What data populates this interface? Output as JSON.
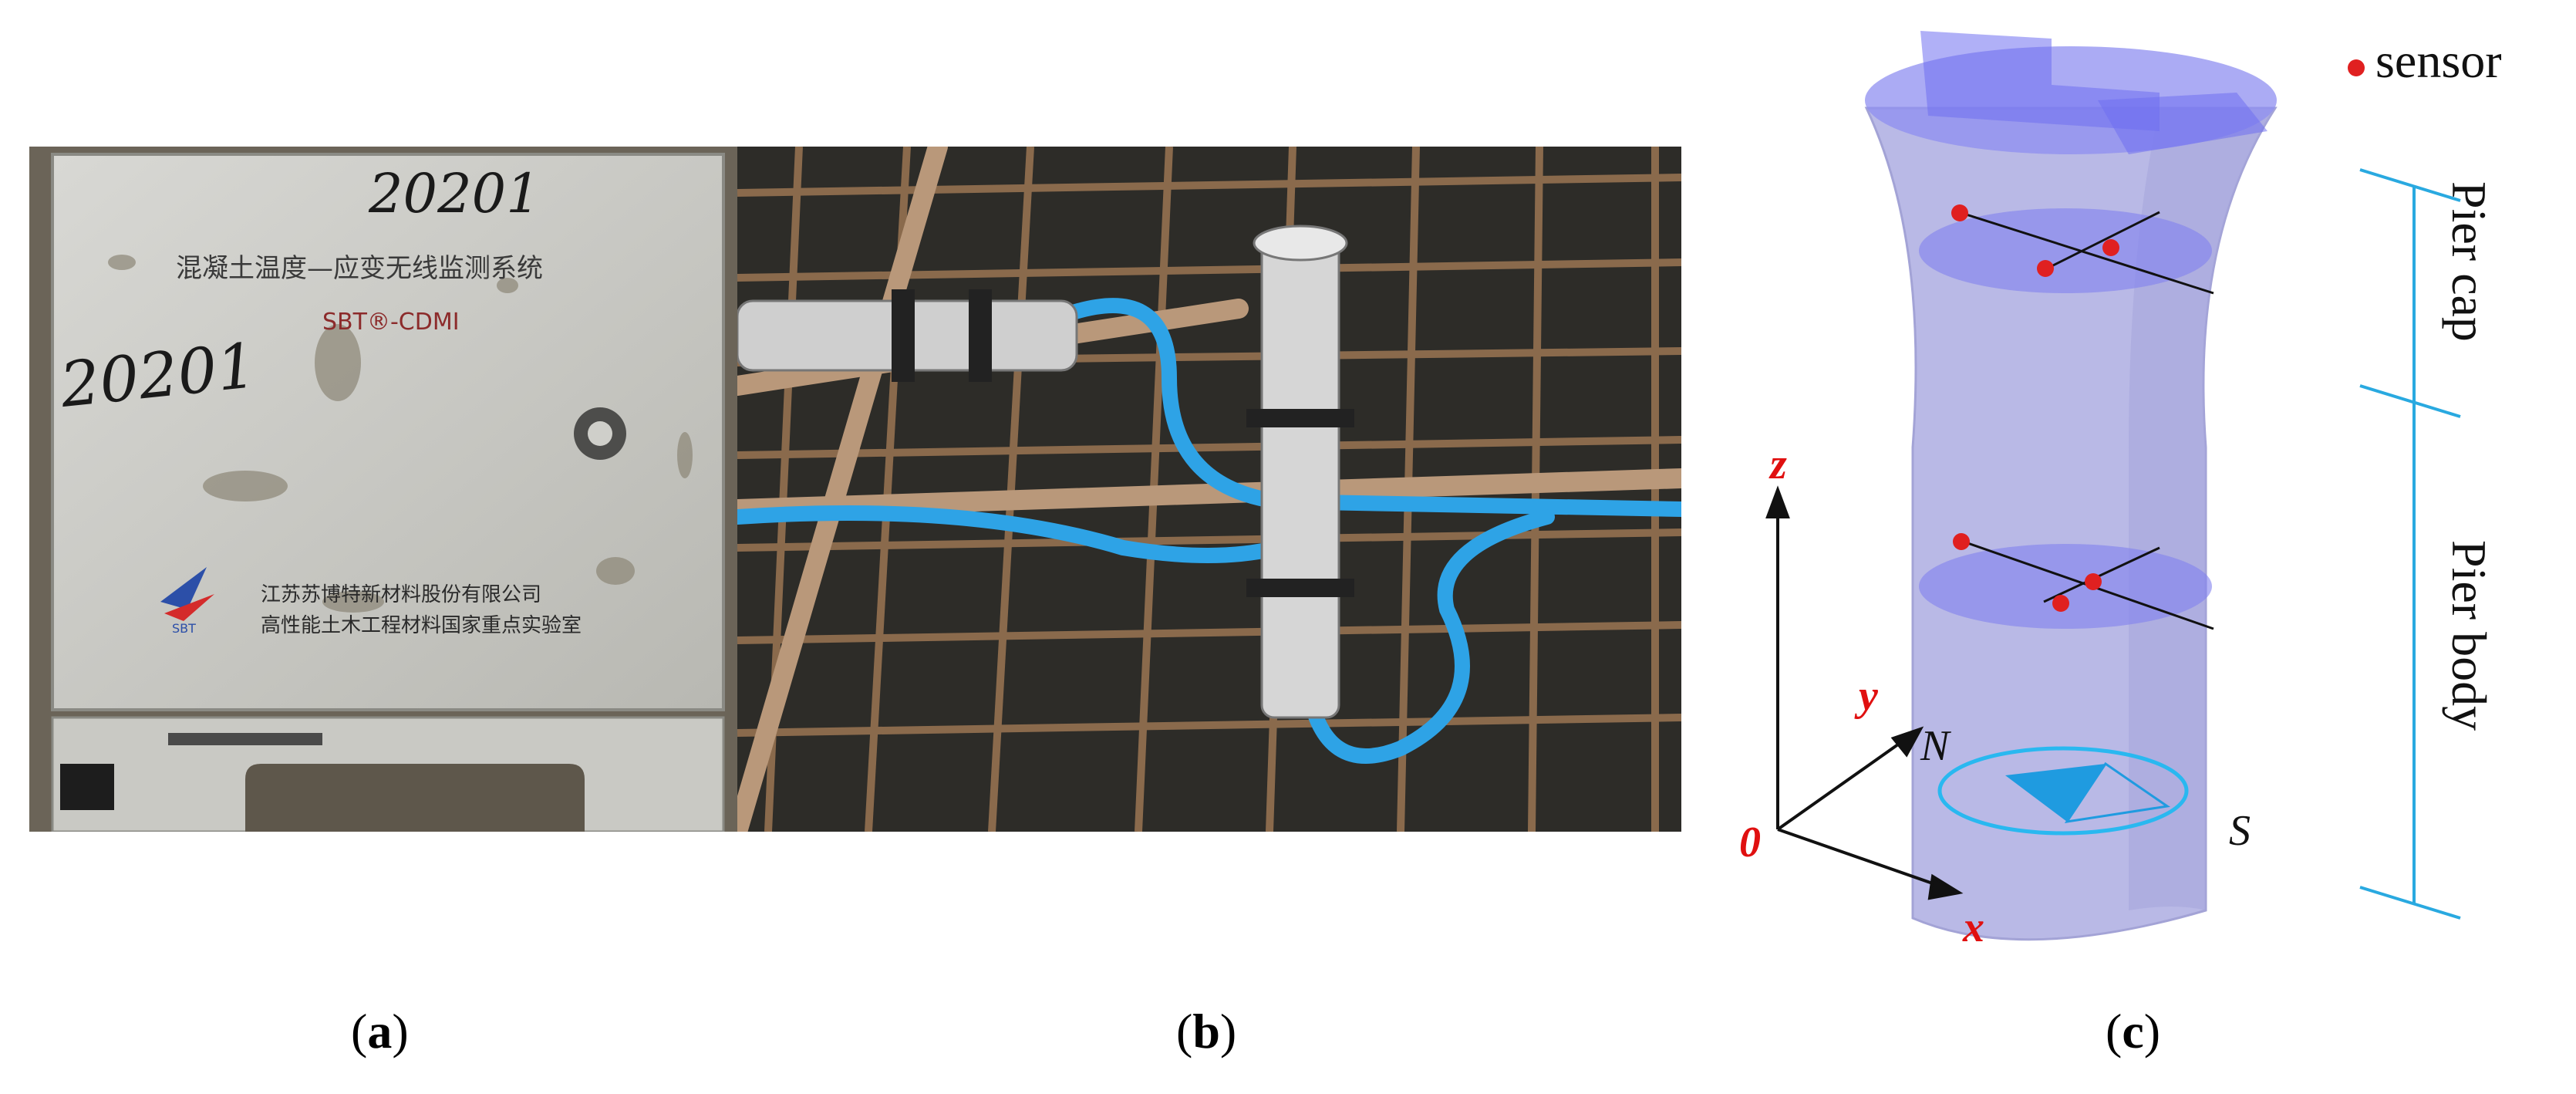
{
  "panel_a": {
    "handwriting_top": "20201",
    "handwriting_left": "20201",
    "title_cn": "混凝土温度—应变无线监测系统",
    "model": "SBT®-CDMI",
    "company_line1": "江苏苏博特新材料股份有限公司",
    "company_line2": "高性能土木工程材料国家重点实验室",
    "logo_text": "SBT",
    "caption_open": "(",
    "caption_letter": "a",
    "caption_close": ")"
  },
  "panel_b": {
    "caption_open": "(",
    "caption_letter": "b",
    "caption_close": ")"
  },
  "panel_c": {
    "legend_label": "sensor",
    "dimension_labels": {
      "pier_cap": "Pier cap",
      "pier_body": "Pier body"
    },
    "axes": {
      "z": "z",
      "y": "y",
      "x": "x",
      "origin": "0"
    },
    "compass": {
      "north": "N",
      "south": "S"
    },
    "colors": {
      "pier_fill": "#b9b9e6",
      "section_fill": "#8080ee",
      "sensor": "#e02020",
      "dimension_line": "#29a9e0",
      "axis_label": "#e01010",
      "compass": "#29b8f0"
    },
    "caption_open": "(",
    "caption_letter": "c",
    "caption_close": ")"
  }
}
